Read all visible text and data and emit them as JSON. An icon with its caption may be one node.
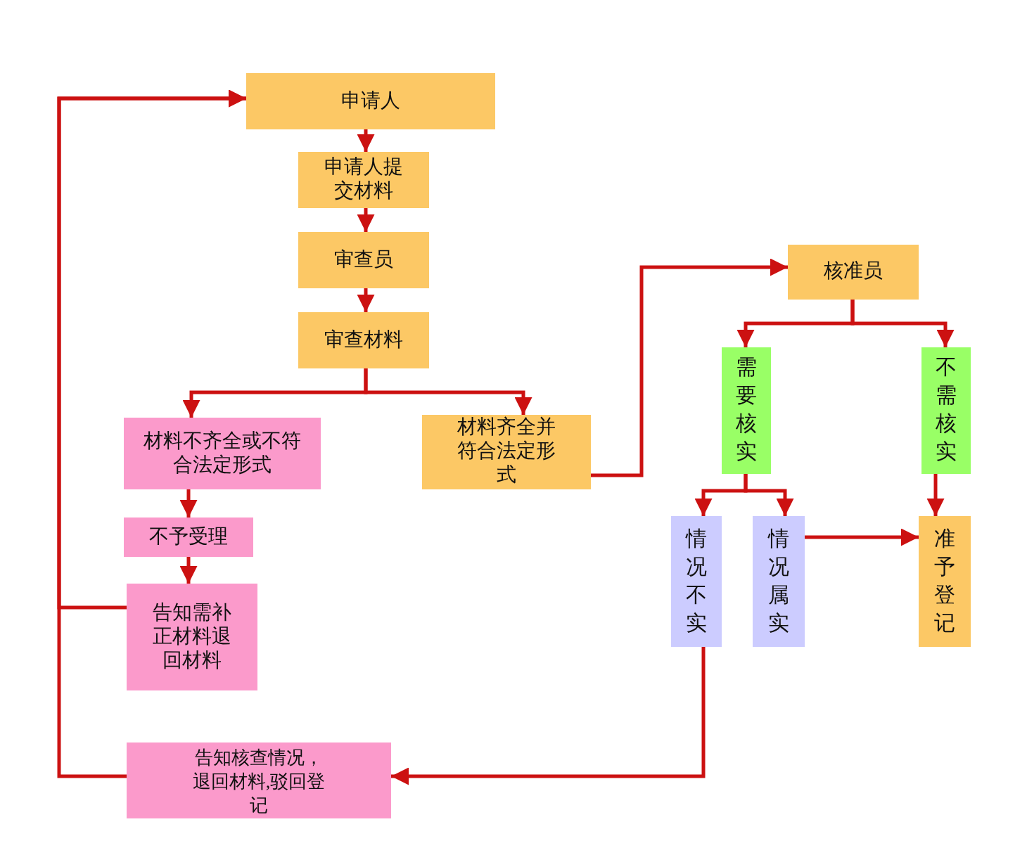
{
  "diagram": {
    "nodes": [
      {
        "text": [
          "申请人"
        ]
      },
      {
        "text": [
          "申请人提交材料"
        ]
      },
      {
        "text": [
          "审查员"
        ]
      },
      {
        "text": [
          "审查材料"
        ]
      },
      {
        "text": [
          "材料不齐全或不符合法定形式"
        ]
      },
      {
        "text": [
          "材料齐全并符合法定形式"
        ]
      },
      {
        "text": [
          "不予受理"
        ]
      },
      {
        "text": [
          "告知需补正材料退回材料"
        ]
      },
      {
        "text": [
          "核准员"
        ]
      },
      {
        "text": [
          "需要核实"
        ]
      },
      {
        "text": [
          "不需核实"
        ]
      },
      {
        "text": [
          "情况不实"
        ]
      },
      {
        "text": [
          "情况属实"
        ]
      },
      {
        "text": [
          "准予登记"
        ]
      },
      {
        "text": [
          "告知核查情况，退回材料,驳回登记"
        ]
      }
    ],
    "edges": [
      {
        "from": 0,
        "to": 1,
        "arrow": "to"
      },
      {
        "from": 1,
        "to": 2,
        "arrow": "to"
      },
      {
        "from": 2,
        "to": 3,
        "arrow": "to"
      },
      {
        "from": 3,
        "to": 4,
        "arrow": "to"
      },
      {
        "from": 3,
        "to": 5,
        "arrow": "to"
      },
      {
        "from": 4,
        "to": 6,
        "arrow": "to"
      },
      {
        "from": 6,
        "to": 7,
        "arrow": "to"
      },
      {
        "from": 7,
        "to": 0,
        "arrow": "to"
      },
      {
        "from": 14,
        "to": 0,
        "arrow": "to"
      },
      {
        "from": 5,
        "to": 8,
        "arrow": "to"
      },
      {
        "from": 8,
        "to": 9,
        "arrow": "to"
      },
      {
        "from": 8,
        "to": 10,
        "arrow": "to"
      },
      {
        "from": 9,
        "to": 11,
        "arrow": "to"
      },
      {
        "from": 9,
        "to": 12,
        "arrow": "to"
      },
      {
        "from": 10,
        "to": 13,
        "arrow": "to"
      },
      {
        "from": 12,
        "to": 13,
        "arrow": "to"
      },
      {
        "from": 11,
        "to": 14,
        "arrow": "to"
      }
    ]
  }
}
